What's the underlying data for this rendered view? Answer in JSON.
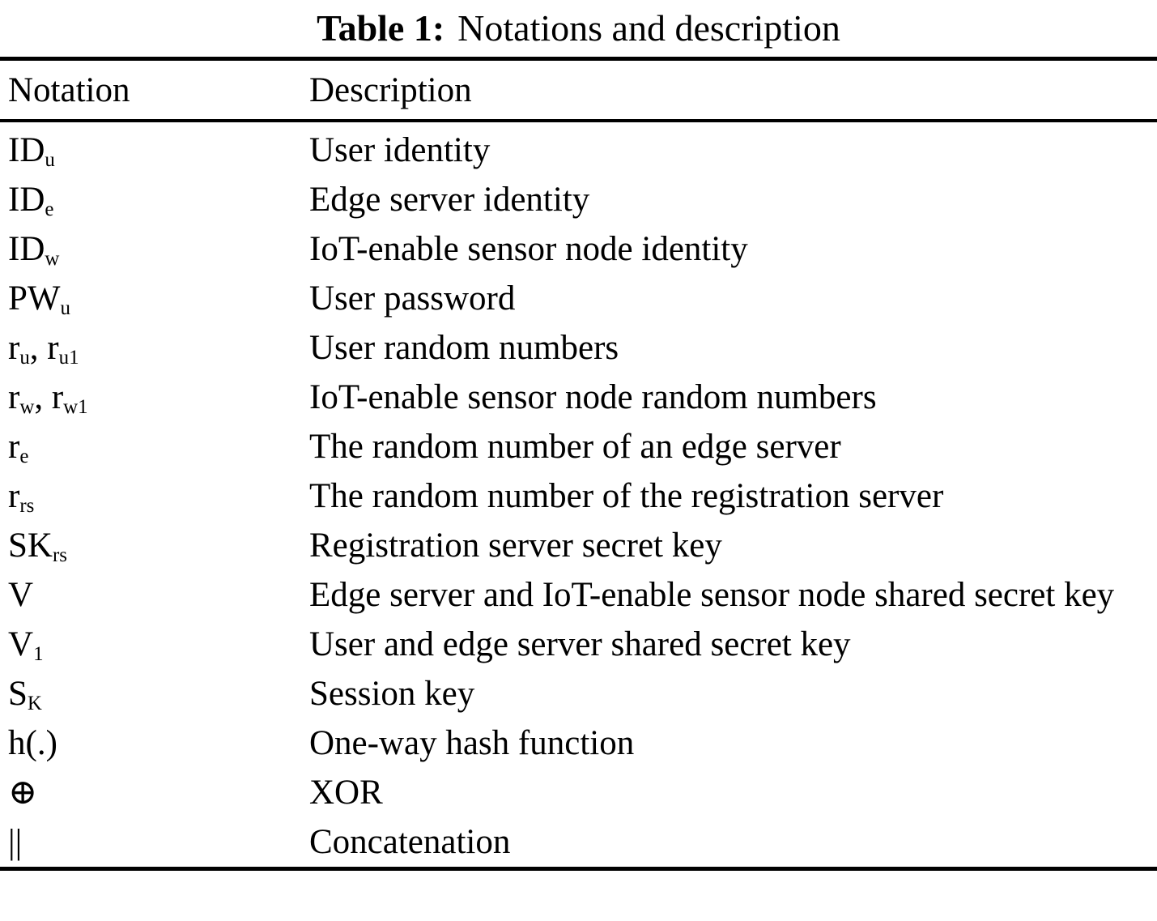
{
  "caption": {
    "label": "Table 1:",
    "text": "Notations and description"
  },
  "table": {
    "headers": [
      "Notation",
      "Description"
    ],
    "rows": [
      {
        "notation": [
          {
            "text": "ID",
            "sub": "u"
          }
        ],
        "description": "User identity"
      },
      {
        "notation": [
          {
            "text": "ID",
            "sub": "e"
          }
        ],
        "description": "Edge server identity"
      },
      {
        "notation": [
          {
            "text": "ID",
            "sub": "w"
          }
        ],
        "description": "IoT-enable sensor node identity"
      },
      {
        "notation": [
          {
            "text": "PW",
            "sub": "u"
          }
        ],
        "description": "User password"
      },
      {
        "notation": [
          {
            "text": "r",
            "sub": "u"
          },
          {
            "text": ", "
          },
          {
            "text": "r",
            "sub": "u1"
          }
        ],
        "description": "User random numbers"
      },
      {
        "notation": [
          {
            "text": "r",
            "sub": "w"
          },
          {
            "text": ", "
          },
          {
            "text": "r",
            "sub": "w1"
          }
        ],
        "description": "IoT-enable sensor node random numbers"
      },
      {
        "notation": [
          {
            "text": "r",
            "sub": "e"
          }
        ],
        "description": "The random number of an edge server"
      },
      {
        "notation": [
          {
            "text": "r",
            "sub": "rs"
          }
        ],
        "description": "The random number of the registration server"
      },
      {
        "notation": [
          {
            "text": "SK",
            "sub": "rs"
          }
        ],
        "description": "Registration server secret key"
      },
      {
        "notation": [
          {
            "text": "V"
          }
        ],
        "description": "Edge server and IoT-enable sensor node shared secret key"
      },
      {
        "notation": [
          {
            "text": "V",
            "sub": "1"
          }
        ],
        "description": "User and edge server shared secret key"
      },
      {
        "notation": [
          {
            "text": "S",
            "sub": "K"
          }
        ],
        "description": "Session key"
      },
      {
        "notation": [
          {
            "text": "h(.)"
          }
        ],
        "description": "One-way hash function"
      },
      {
        "notation": [
          {
            "text": "⊕"
          }
        ],
        "description": "XOR"
      },
      {
        "notation": [
          {
            "text": "||"
          }
        ],
        "description": "Concatenation"
      }
    ]
  }
}
